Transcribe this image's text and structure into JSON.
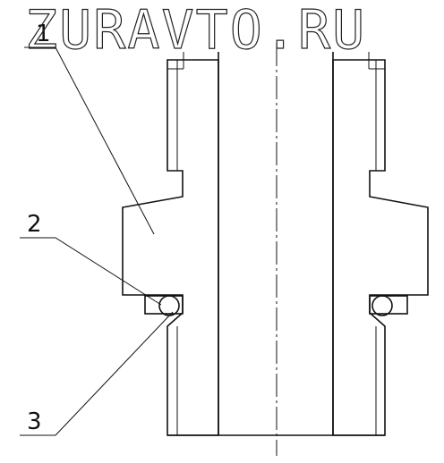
{
  "watermark": {
    "text": "ZURAVTO.RU"
  },
  "callouts": [
    {
      "label": "1"
    },
    {
      "label": "2"
    },
    {
      "label": "3"
    }
  ]
}
